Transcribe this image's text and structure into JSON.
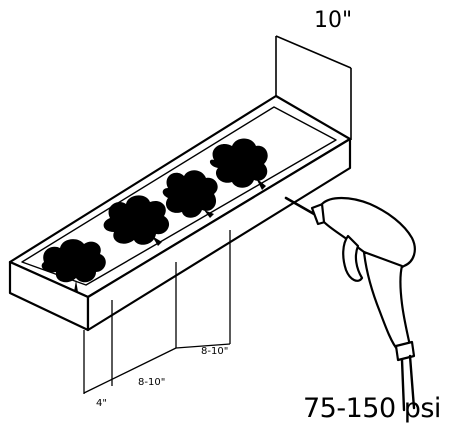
{
  "diagram": {
    "height_label": "10\"",
    "pressure_label": "75-150 psi",
    "dimension_labels": {
      "edge_gap": "4\"",
      "spacing_1": "8-10\"",
      "spacing_2": "8-10\""
    }
  },
  "colors": {
    "ink": "#000000",
    "background": "#ffffff"
  },
  "icons": [
    "spray-gun-icon"
  ]
}
